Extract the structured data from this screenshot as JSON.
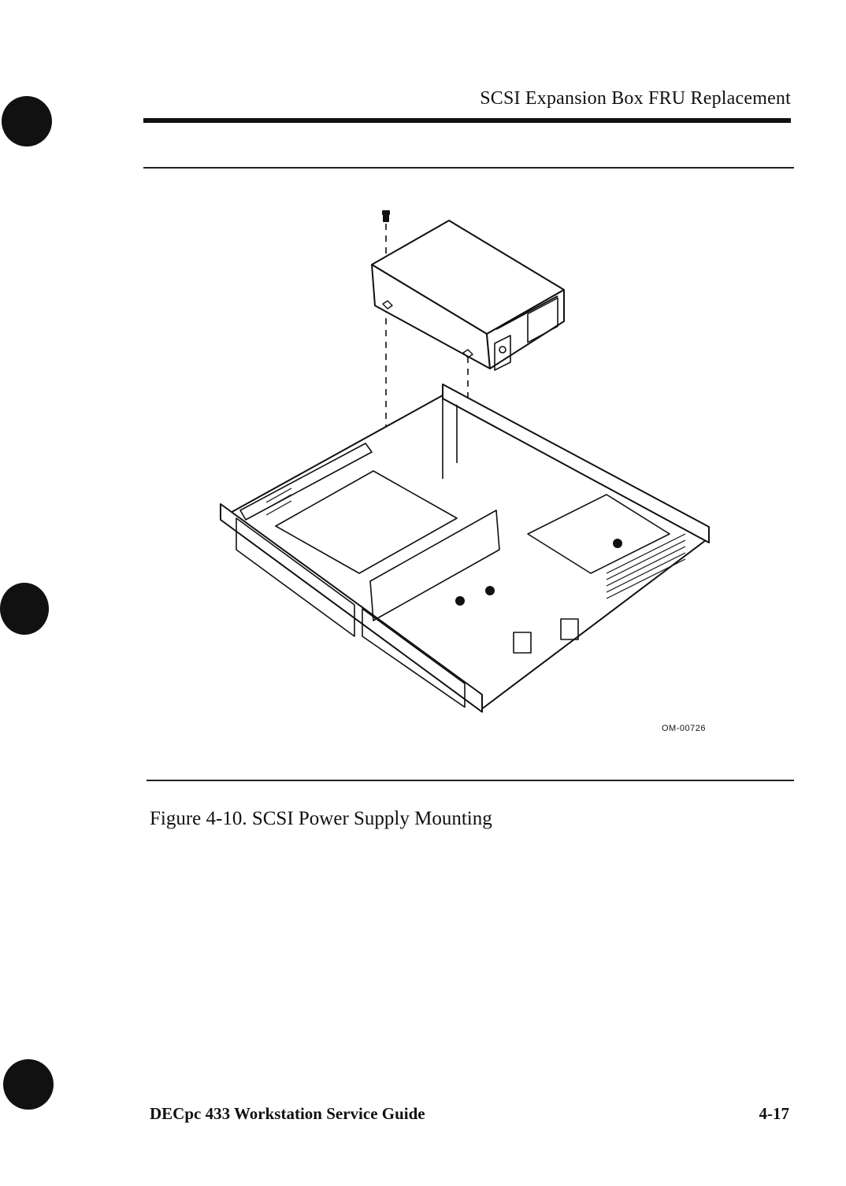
{
  "header": {
    "running_head": "SCSI Expansion Box FRU Replacement"
  },
  "figure": {
    "drawing_id": "OM-00726",
    "caption": "Figure 4-10.  SCSI Power Supply Mounting",
    "depicts": "scsi-power-supply-and-expansion-box-chassis"
  },
  "footer": {
    "guide_title": "DECpc 433 Workstation Service Guide",
    "page_number": "4-17"
  }
}
